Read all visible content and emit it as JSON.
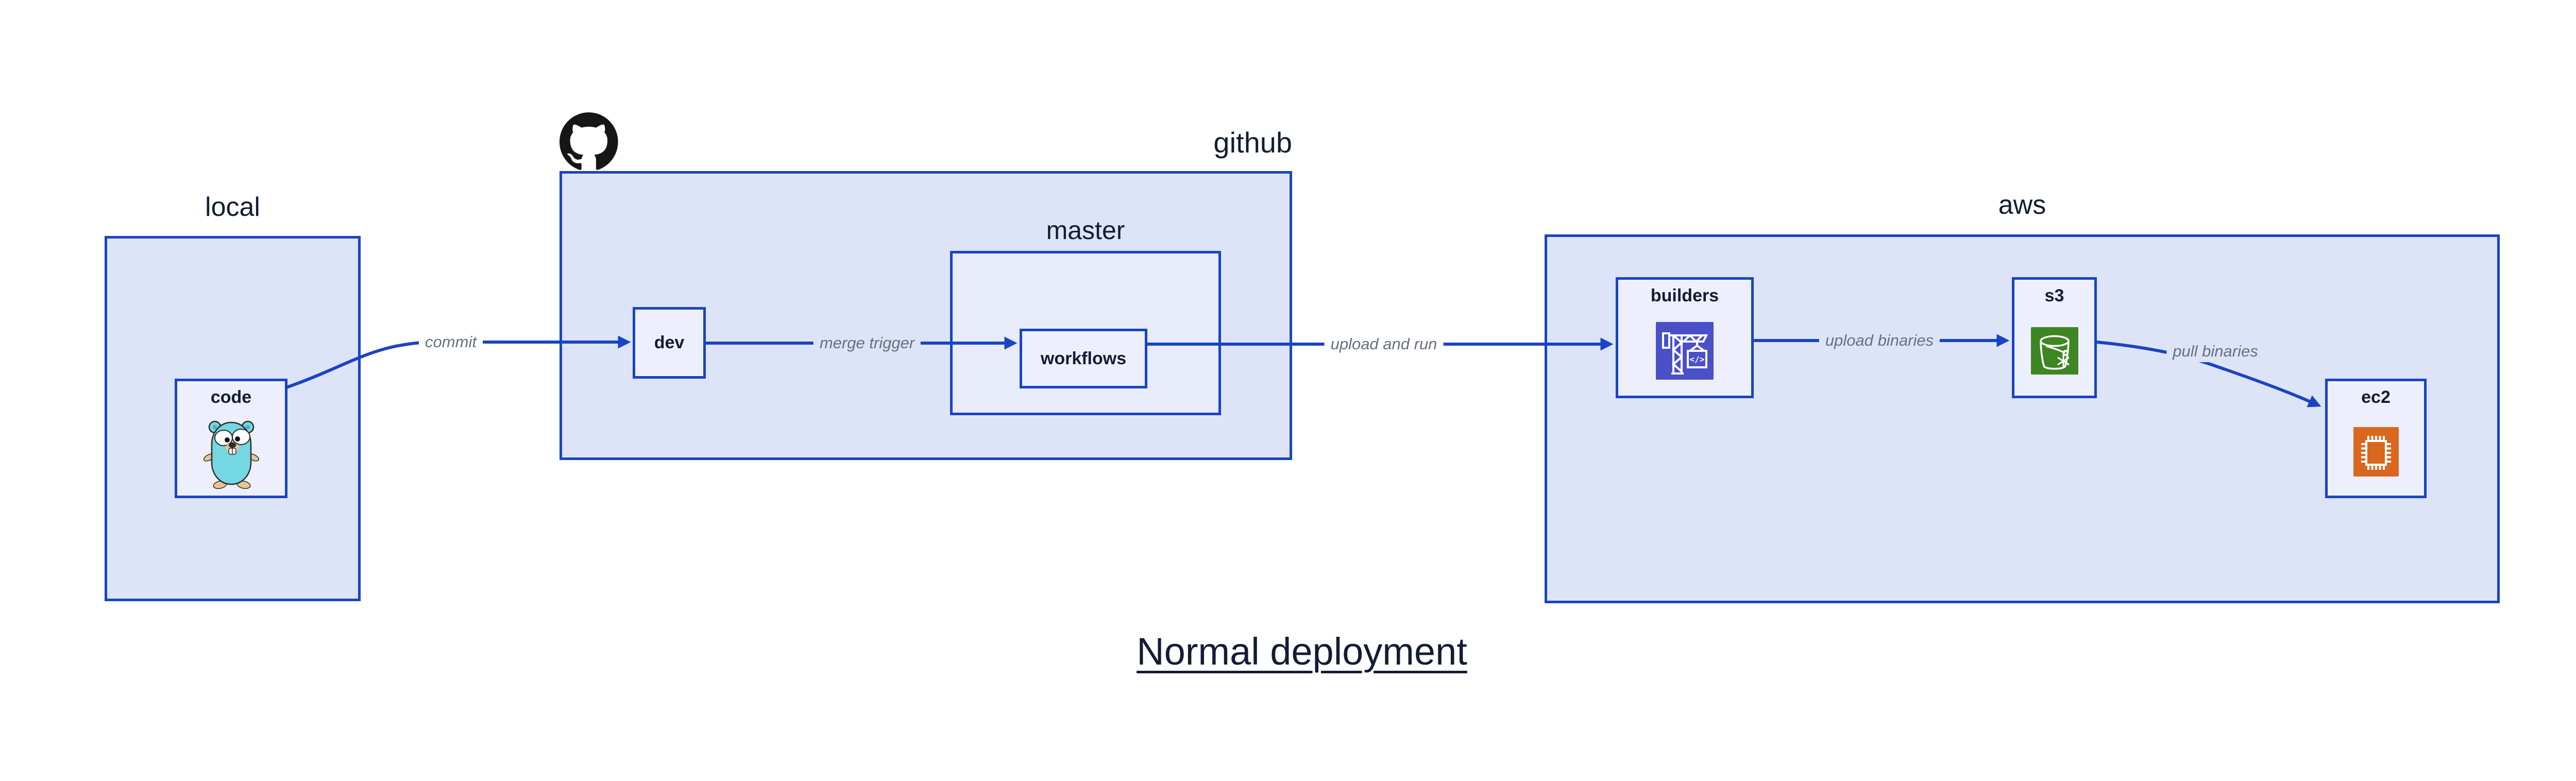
{
  "title": {
    "text": "Normal deployment"
  },
  "containers": {
    "local": {
      "label": "local"
    },
    "github": {
      "label": "github"
    },
    "master": {
      "label": "master"
    },
    "aws": {
      "label": "aws"
    }
  },
  "nodes": {
    "code": {
      "label": "code"
    },
    "dev": {
      "label": "dev"
    },
    "workflows": {
      "label": "workflows"
    },
    "builders": {
      "label": "builders"
    },
    "s3": {
      "label": "s3"
    },
    "ec2": {
      "label": "ec2"
    }
  },
  "edges": {
    "commit": {
      "label": "commit"
    },
    "merge_trigger": {
      "label": "merge trigger"
    },
    "upload_and_run": {
      "label": "upload and run"
    },
    "upload_binaries": {
      "label": "upload binaries"
    },
    "pull_binaries": {
      "label": "pull binaries"
    }
  },
  "icons": {
    "github_logo": "github-octocat",
    "code_gopher": "go-gopher",
    "builders_crane": "aws-codebuild-crane",
    "s3_bucket": "s3-bucket-snowflake",
    "ec2_chip": "ec2-processor-chip",
    "crane_code_symbol": "</>"
  },
  "colors": {
    "border_blue": "#1a44c2",
    "container_fill": "#dde4f8",
    "subgraph_fill": "#e7ebfa",
    "node_fill": "#edf0fc",
    "label_navy": "#131c35",
    "edge_label_gray": "#68707f",
    "codebuild_purple": "#4a50c8",
    "s3_green": "#3e8624",
    "ec2_orange": "#d9671d",
    "gopher_teal": "#74d7e1",
    "github_black": "#171515"
  }
}
